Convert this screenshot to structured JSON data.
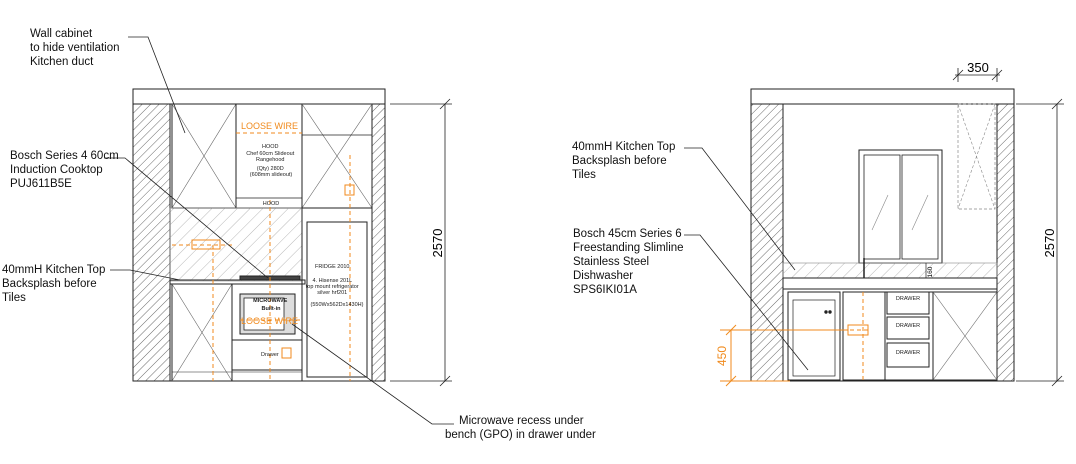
{
  "left_elevation": {
    "wall_cabinet_note": [
      "Wall cabinet",
      "to hide ventilation",
      "Kitchen duct"
    ],
    "cooktop_note": [
      "Bosch Series 4 60cm",
      "Induction Cooktop",
      "PUJ611B5E"
    ],
    "backsplash_note": [
      "40mmH Kitchen Top",
      "Backsplash before",
      "Tiles"
    ],
    "microwave_note": [
      "Microwave recess under",
      "bench (GPO) in drawer under"
    ],
    "loose_wire_label": "LOOSE  WIRE",
    "hood_text": [
      "HOOD",
      "Chef 60cm Slideout",
      "Rangehood",
      "(Qty) 280D",
      "(608mm slideout)"
    ],
    "hood_bottom_label": "HOOD",
    "fridge_text": [
      "FRIDGE 2010",
      "4. Hisense 201L",
      "top mount refrigerator",
      "silver hrf201",
      "(550Wx562Dx1430H)"
    ],
    "microwave_text": [
      "MICROWAVE",
      "Built-in"
    ],
    "drawer_label": "Drawer",
    "height_dim": "2570"
  },
  "right_elevation": {
    "backsplash_note": [
      "40mmH Kitchen Top",
      "Backsplash before",
      "Tiles"
    ],
    "dishwasher_note": [
      "Bosch 45cm Series 6",
      "Freestanding Slimline",
      "Stainless Steel",
      "Dishwasher",
      "SPS6IKI01A"
    ],
    "drawer_labels": [
      "DRAWER",
      "DRAWER",
      "DRAWER"
    ],
    "width_dim": "350",
    "height_dim": "2570",
    "gpo_height_dim": "450",
    "backsplash_dim": "160"
  },
  "colors": {
    "line": "#222222",
    "accent": "#f08a1c",
    "hatch": "#444444"
  }
}
